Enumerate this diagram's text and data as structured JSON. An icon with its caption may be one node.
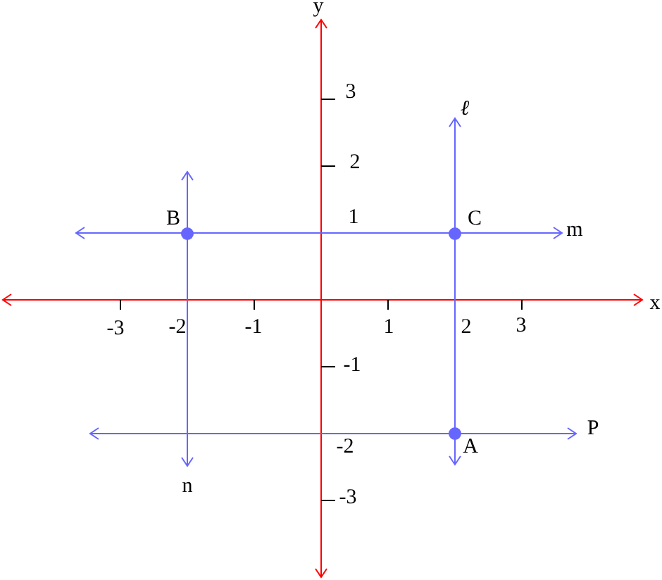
{
  "diagram": {
    "nodes": [
      {
        "text": [],
        "shape": "circle",
        "beside": [
          "B"
        ]
      },
      {
        "text": [],
        "shape": "circle",
        "beside": [
          "C"
        ]
      },
      {
        "text": [],
        "shape": "circle",
        "beside": [
          "A"
        ]
      }
    ],
    "labels": [
      "y",
      "3",
      "ℓ",
      "2",
      "1",
      "m",
      "x",
      "-3",
      "-2",
      "-1",
      "1",
      "2",
      "3",
      "-1",
      "P",
      "-2",
      "n",
      "-3"
    ]
  }
}
